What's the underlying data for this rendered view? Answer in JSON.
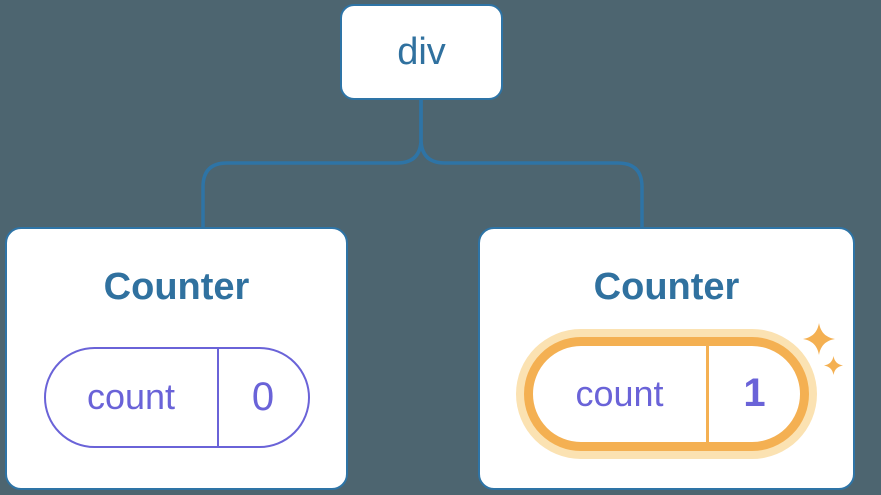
{
  "diagram": {
    "description": "component-tree",
    "root": {
      "label": "div"
    },
    "children": [
      {
        "title": "Counter",
        "state": {
          "key": "count",
          "value": "0"
        },
        "highlighted": false
      },
      {
        "title": "Counter",
        "state": {
          "key": "count",
          "value": "1"
        },
        "highlighted": true
      }
    ]
  },
  "icons": {
    "sparkle_large": "four-point-star",
    "sparkle_small": "four-point-star"
  },
  "colors": {
    "bg": "#4d6570",
    "blue_line": "#2e74a6",
    "blue_text": "#30719f",
    "purple": "#6a63d8",
    "orange": "#f4b052",
    "orange_glow": "#fbe2b2",
    "card_bg": "#ffffff"
  }
}
